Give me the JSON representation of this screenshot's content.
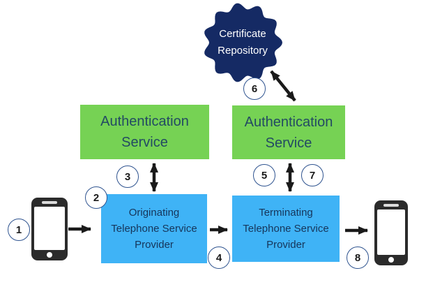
{
  "diagram": {
    "nodes": {
      "certificate_repository": {
        "lines": [
          "Certificate",
          "Repository"
        ]
      },
      "auth_service_left": {
        "lines": [
          "Authentication",
          "Service"
        ]
      },
      "auth_service_right": {
        "lines": [
          "Authentication",
          "Service"
        ]
      },
      "originating_tsp": {
        "lines": [
          "Originating",
          "Telephone Service",
          "Provider"
        ]
      },
      "terminating_tsp": {
        "lines": [
          "Terminating",
          "Telephone Service",
          "Provider"
        ]
      }
    },
    "steps": [
      "1",
      "2",
      "3",
      "4",
      "5",
      "6",
      "7",
      "8"
    ],
    "icons": {
      "caller_phone": "smartphone-icon",
      "callee_phone": "smartphone-icon",
      "repository_shape": "seal-badge-icon"
    },
    "colors": {
      "seal_navy": "#152a64",
      "auth_green": "#76d254",
      "provider_blue": "#3fb3f6",
      "arrow_black": "#1a1a1a",
      "circle_stroke": "#2e538f",
      "green_box_text": "#234a63",
      "blue_box_text": "#16355a",
      "seal_text": "#ffffff"
    }
  }
}
